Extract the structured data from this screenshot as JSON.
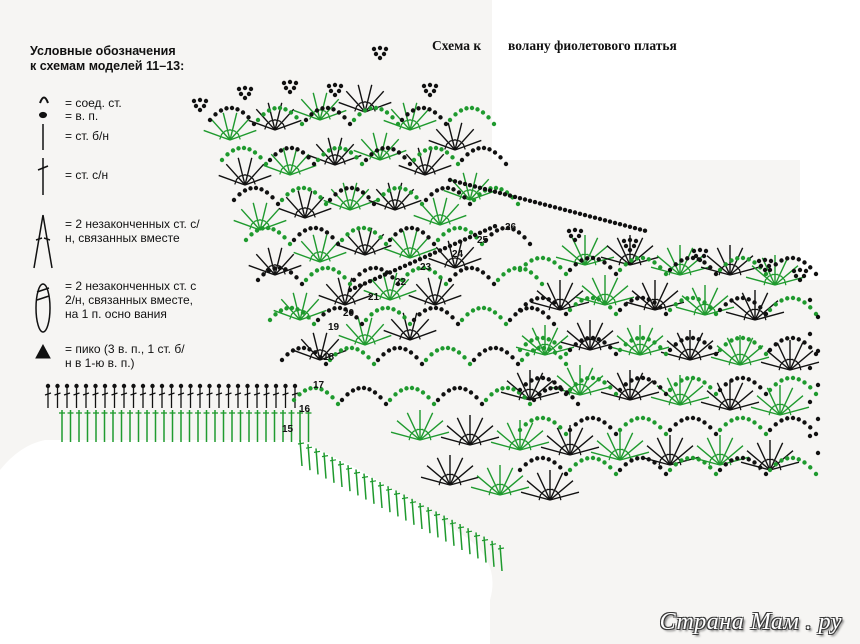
{
  "legend": {
    "title_line1": "Условные обозначения",
    "title_line2": "к схемам моделей 11–13:",
    "items": [
      {
        "icon": "slip-stitch-icon",
        "label": "= соед. ст."
      },
      {
        "icon": "chain-stitch-icon",
        "label": "= в. п."
      },
      {
        "icon": "single-crochet-icon",
        "label": "= ст. б/н"
      },
      {
        "icon": "double-crochet-icon",
        "label": "= ст. с/н"
      },
      {
        "icon": "dc2tog-icon",
        "label": "= 2 незаконченных ст. с/н, связанных вместе"
      },
      {
        "icon": "tr2-cluster-icon",
        "label": "= 2 незаконченных ст. с 2/н, связанных вместе, на 1 п. осно вания"
      },
      {
        "icon": "picot-icon",
        "label": "= пико (3 в. п., 1 ст. б/н в 1-ю в. п.)"
      }
    ]
  },
  "heading": {
    "part1": "Схема к",
    "part2": "волану фиолетового платья"
  },
  "row_numbers": [
    "15",
    "16",
    "17",
    "18",
    "19",
    "20",
    "21",
    "22",
    "23",
    "24",
    "25",
    "26"
  ],
  "colors": {
    "green": "#1f9a2e",
    "black": "#111111"
  },
  "watermark": "Страна Мам . ру"
}
